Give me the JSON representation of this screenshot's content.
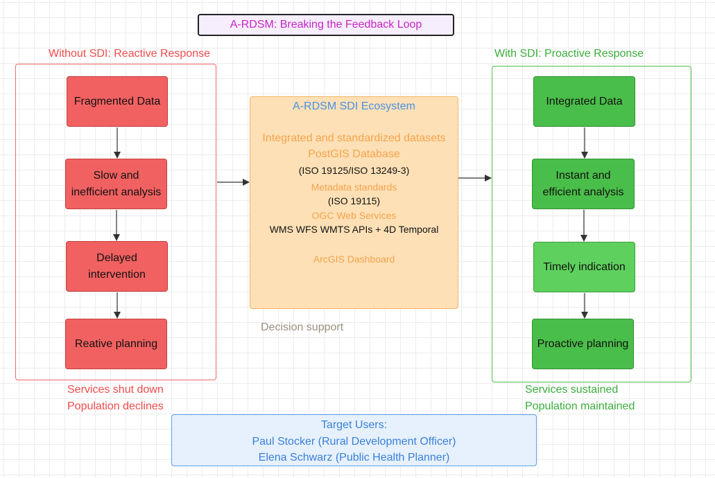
{
  "title": "A-RDSM: Breaking the Feedback Loop",
  "without_sdi": {
    "title": "Without SDI: Reactive Response",
    "nodes": [
      "Fragmented Data",
      "Slow and inefficient analysis",
      "Delayed intervention",
      "Reative planning"
    ],
    "outcome": [
      "Services shut down",
      "Population declines"
    ]
  },
  "ecosystem": {
    "title": "A-RDSM SDI Ecosystem",
    "lines": [
      "Integrated and standardized datasets",
      "PostGIS Database",
      "(ISO 19125/ISO 13249-3)",
      "Metadata standards",
      "(ISO 19115)",
      "OGC Web Services",
      "WMS  WFS WMTS APIs + 4D Temporal",
      "ArcGIS Dashboard"
    ],
    "decision_label": "Decision support"
  },
  "with_sdi": {
    "title": "With SDI: Proactive Response",
    "nodes": [
      "Integrated Data",
      "Instant and efficient analysis",
      "Timely indication",
      "Proactive planning"
    ],
    "outcome": [
      "Services sustained",
      "Population maintained"
    ]
  },
  "target_users": {
    "title": "Target Users:",
    "users": [
      "Paul Stocker (Rural Development Officer)",
      "Elena Schwarz (Public Health Planner)"
    ]
  },
  "colors": {
    "red_fill": "#f26161",
    "green_fill": "#4abe4a",
    "orange_fill": "#fde0b6",
    "blue_fill": "#e6f1fd",
    "title_text": "#c524c7"
  }
}
